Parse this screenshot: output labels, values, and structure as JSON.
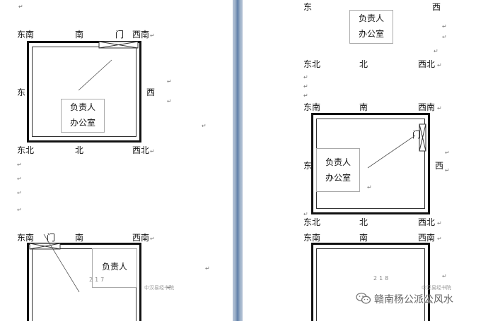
{
  "pilcrow": "↵",
  "office_line1": "负责人",
  "office_line2": "办公室",
  "left": {
    "fig1": {
      "se": "东南",
      "s": "南",
      "door": "门",
      "sw": "西南",
      "e": "东",
      "w": "西",
      "ne": "东北",
      "n": "北",
      "nw": "西北"
    },
    "fig2": {
      "se": "东南",
      "door": "门",
      "s": "南",
      "sw": "西南",
      "page_number": "217",
      "corner_note": "中汉易经书院"
    }
  },
  "right": {
    "fig0": {
      "e": "东",
      "w": "西",
      "ne": "东北",
      "n": "北",
      "nw": "西北"
    },
    "fig1": {
      "se": "东南",
      "s": "南",
      "sw": "西南",
      "door": "门",
      "e": "东",
      "w": "西"
    },
    "fig2": {
      "ne": "东北",
      "n": "北",
      "nw": "西北",
      "se": "东南",
      "s": "南",
      "sw": "西南",
      "page_number": "218",
      "corner_note": "中汉易经书院"
    }
  },
  "watermark": {
    "text": "赣南杨公派公风水",
    "icon": "wechat-icon"
  }
}
